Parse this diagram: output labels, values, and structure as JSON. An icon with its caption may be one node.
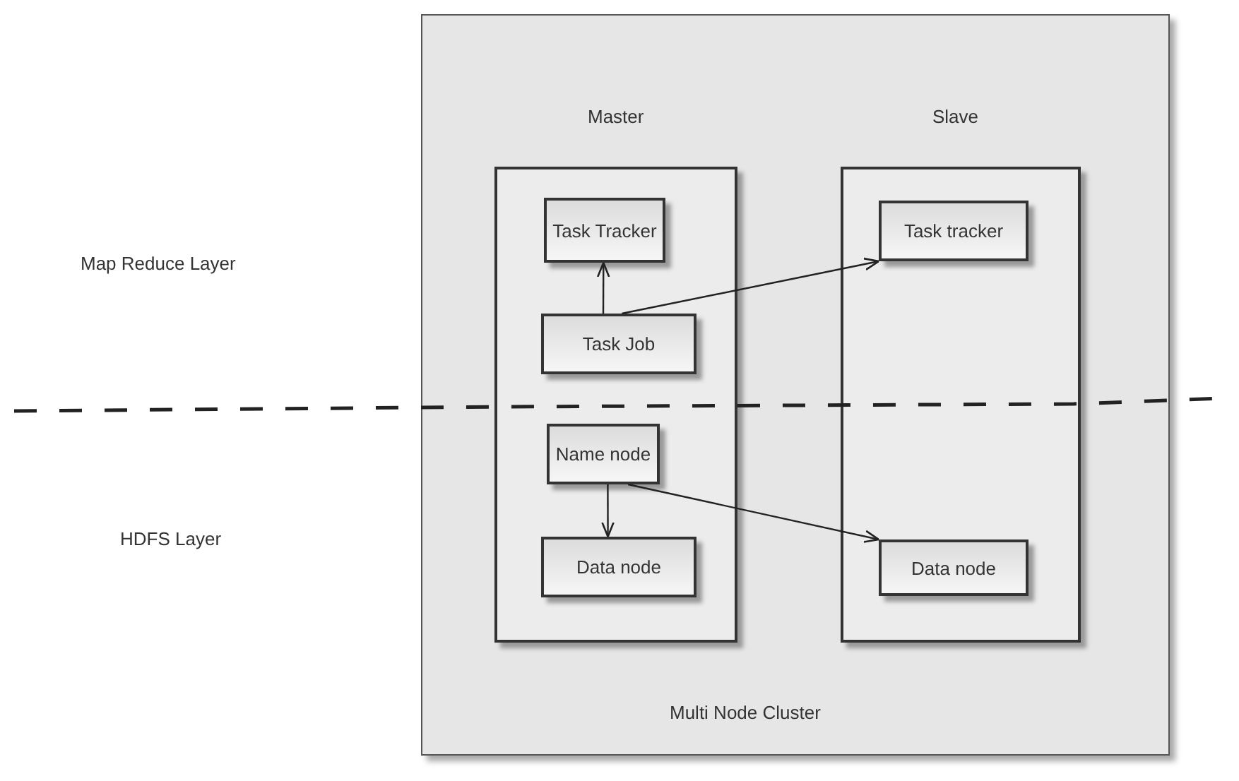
{
  "diagram": {
    "nodes": [
      {
        "text": [
          "Multi Node Cluster"
        ]
      },
      {
        "text": [
          "Master"
        ],
        "in": 0
      },
      {
        "text": [
          "Task Tracker"
        ],
        "in": 1
      },
      {
        "text": [
          "Task Job"
        ],
        "in": 1
      },
      {
        "text": [
          "Name node"
        ],
        "in": 1
      },
      {
        "text": [
          "Data node"
        ],
        "in": 1
      },
      {
        "text": [
          "Slave"
        ],
        "in": 0
      },
      {
        "text": [
          "Task tracker"
        ],
        "in": 6
      },
      {
        "text": [
          "Data node"
        ],
        "in": 6
      }
    ],
    "edges": [
      {
        "from": 3,
        "to": 2,
        "arrow": "to"
      },
      {
        "from": 3,
        "to": 7,
        "arrow": "to"
      },
      {
        "from": 4,
        "to": 5,
        "arrow": "to"
      },
      {
        "from": 4,
        "to": 8,
        "arrow": "to"
      }
    ],
    "labels": [
      "Map Reduce Layer",
      "HDFS Layer"
    ]
  }
}
